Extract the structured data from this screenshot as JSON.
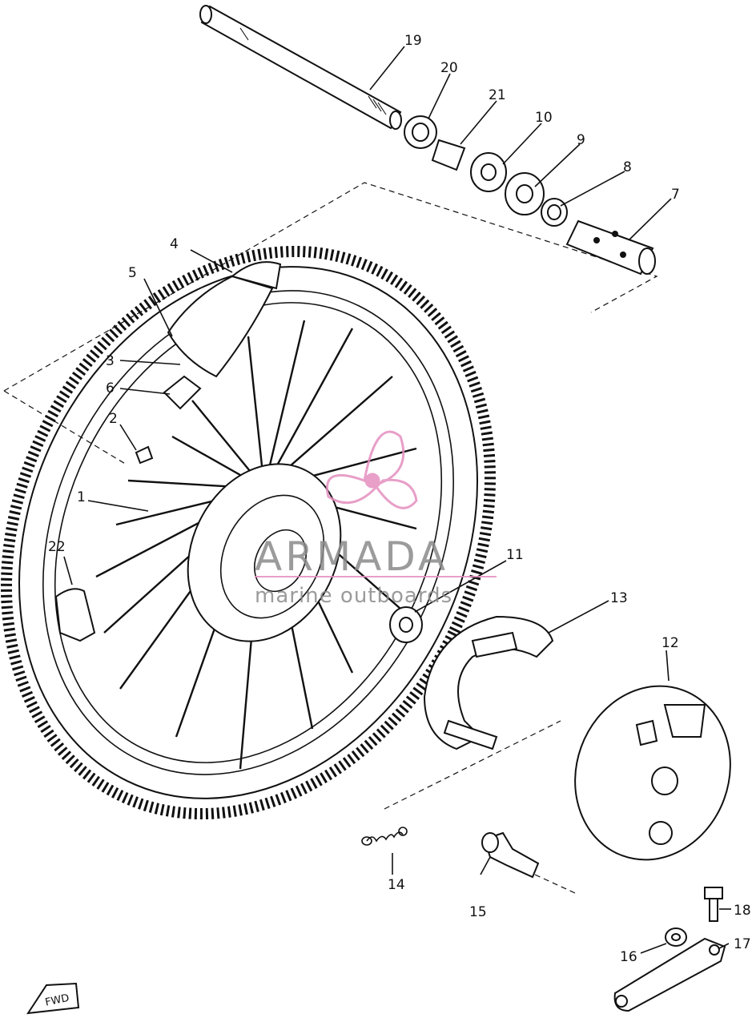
{
  "parts": [
    {
      "id": "1",
      "label": "1"
    },
    {
      "id": "2",
      "label": "2"
    },
    {
      "id": "3",
      "label": "3"
    },
    {
      "id": "4",
      "label": "4"
    },
    {
      "id": "5",
      "label": "5"
    },
    {
      "id": "6",
      "label": "6"
    },
    {
      "id": "7",
      "label": "7"
    },
    {
      "id": "8",
      "label": "8"
    },
    {
      "id": "9",
      "label": "9"
    },
    {
      "id": "10",
      "label": "10"
    },
    {
      "id": "11",
      "label": "11"
    },
    {
      "id": "12",
      "label": "12"
    },
    {
      "id": "13",
      "label": "13"
    },
    {
      "id": "14",
      "label": "14"
    },
    {
      "id": "15",
      "label": "15"
    },
    {
      "id": "16",
      "label": "16"
    },
    {
      "id": "17",
      "label": "17"
    },
    {
      "id": "18",
      "label": "18"
    },
    {
      "id": "19",
      "label": "19"
    },
    {
      "id": "20",
      "label": "20"
    },
    {
      "id": "21",
      "label": "21"
    },
    {
      "id": "22",
      "label": "22"
    }
  ],
  "direction_marker": "FWD",
  "watermark": {
    "brand": "ARMADA",
    "tagline": "marine outboards",
    "accent_color": "#e58fbf"
  }
}
